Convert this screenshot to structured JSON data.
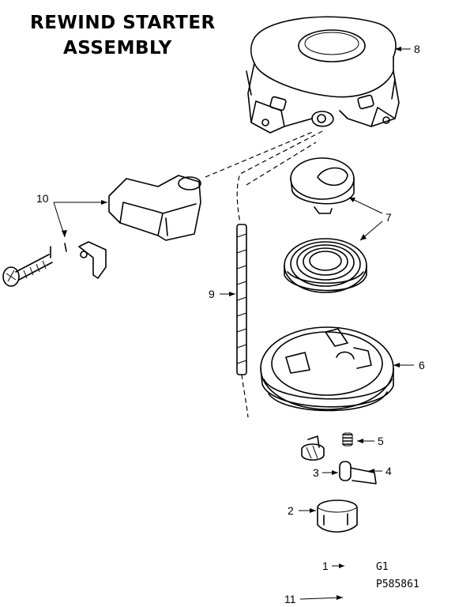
{
  "title": {
    "line1": "REWIND STARTER",
    "line2": "ASSEMBLY"
  },
  "callouts": {
    "c1": "1",
    "c2": "2",
    "c3": "3",
    "c4": "4",
    "c5": "5",
    "c6": "6",
    "c7": "7",
    "c8": "8",
    "c9": "9",
    "c10": "10",
    "c11": "11"
  },
  "codes": {
    "g1": "G1",
    "drawing_number": "P585861"
  }
}
